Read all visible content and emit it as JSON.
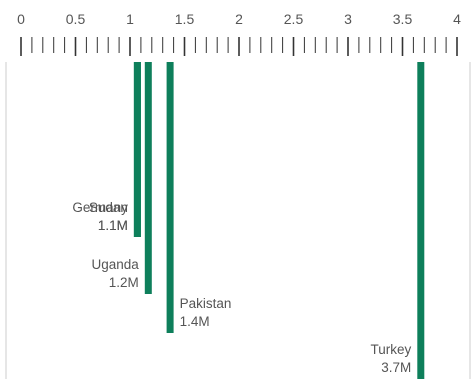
{
  "chart_data": {
    "type": "bar",
    "orientation": "vertical-downward",
    "categories": [
      "Germany",
      "Sudan",
      "Uganda",
      "Pakistan",
      "Turkey"
    ],
    "values": [
      1.1,
      1.1,
      1.2,
      1.4,
      3.7
    ],
    "value_labels": [
      "1.1M",
      "1.1M",
      "1.2M",
      "1.4M",
      "3.7M"
    ],
    "xlim": [
      0,
      4
    ],
    "major_ticks": [
      "0",
      "0.5",
      "1",
      "1.5",
      "2",
      "2.5",
      "3",
      "3.5",
      "4"
    ],
    "minor_tick_step": 0.1,
    "grid": false,
    "legend": "none",
    "title": "",
    "xlabel": "",
    "ylabel": "",
    "colors": {
      "bar": "#0e7f5b",
      "text": "#555555",
      "axis": "#333333"
    }
  }
}
